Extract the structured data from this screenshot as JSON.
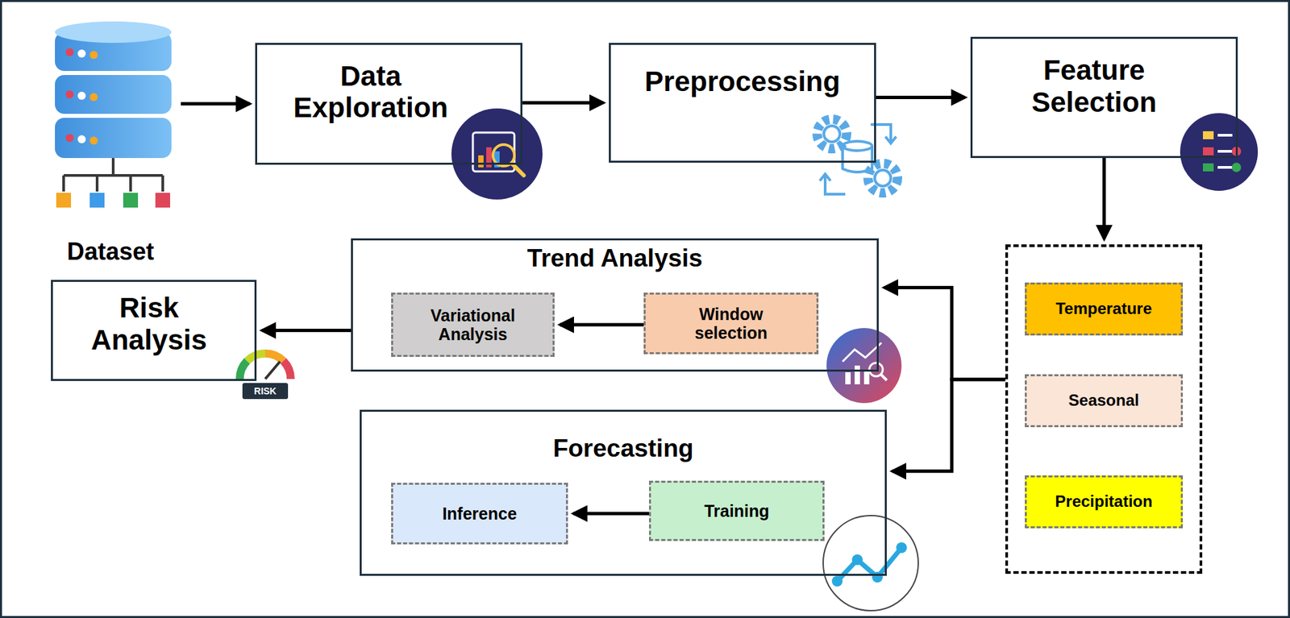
{
  "diagram": {
    "nodes": [
      {
        "text": [
          "Dataset"
        ]
      },
      {
        "text": [
          "Data Exploration"
        ]
      },
      {
        "text": [
          "Preprocessing"
        ]
      },
      {
        "text": [
          "Feature Selection"
        ]
      },
      {
        "text": []
      },
      {
        "text": [
          "Temperature"
        ],
        "in": 4
      },
      {
        "text": [
          "Seasonal"
        ],
        "in": 4
      },
      {
        "text": [
          "Precipitation"
        ],
        "in": 4
      },
      {
        "text": [
          "Trend Analysis"
        ]
      },
      {
        "text": [
          "Variational Analysis"
        ],
        "in": 8
      },
      {
        "text": [
          "Window selection"
        ],
        "in": 8
      },
      {
        "text": [
          "Forecasting"
        ]
      },
      {
        "text": [
          "Inference"
        ],
        "in": 11
      },
      {
        "text": [
          "Training"
        ],
        "in": 11
      },
      {
        "text": [
          "Risk Analysis"
        ]
      }
    ],
    "edges": [
      {
        "from": 0,
        "to": 1,
        "arrow": "to"
      },
      {
        "from": 1,
        "to": 2,
        "arrow": "to"
      },
      {
        "from": 2,
        "to": 3,
        "arrow": "to"
      },
      {
        "from": 3,
        "to": 4,
        "arrow": "to"
      },
      {
        "from": 4,
        "to": 8,
        "arrow": "to"
      },
      {
        "from": 4,
        "to": 11,
        "arrow": "to"
      },
      {
        "from": 10,
        "to": 9,
        "arrow": "to"
      },
      {
        "from": 13,
        "to": 12,
        "arrow": "to"
      },
      {
        "from": 8,
        "to": 14,
        "arrow": "to"
      }
    ],
    "labels": [
      "RISK"
    ]
  }
}
